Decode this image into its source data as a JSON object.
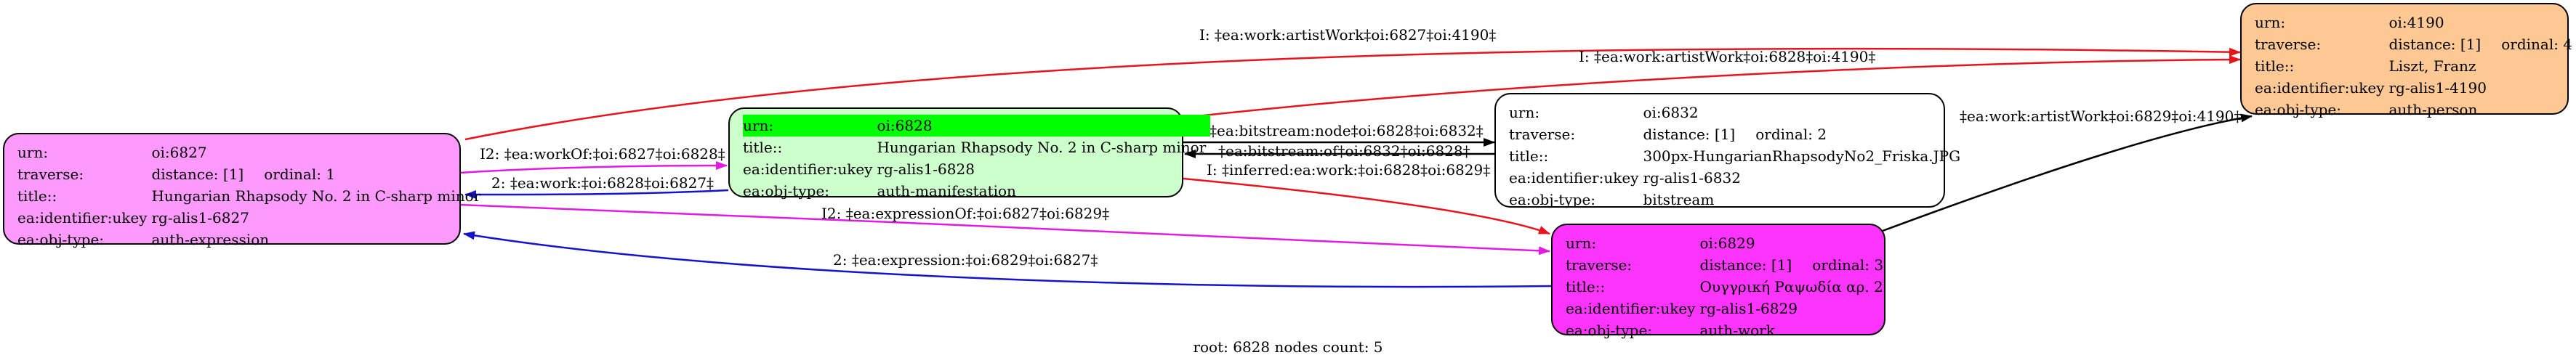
{
  "colors": {
    "red": "#e8141b",
    "blue": "#1414cc",
    "magenta": "#e21be2",
    "black": "#000000"
  },
  "nodes": {
    "n6827": {
      "fill": "#fe9afe",
      "urn": [
        "urn:",
        "oi:6827"
      ],
      "traverse": [
        "traverse:",
        "distance: [1]",
        "ordinal: 1"
      ],
      "title": [
        "title::",
        "Hungarian Rhapsody No. 2 in C-sharp minor"
      ],
      "ukey": [
        "ea:identifier:ukey",
        "rg-alis1-6827"
      ],
      "objtype": [
        "ea:obj-type:",
        "auth-expression"
      ]
    },
    "n6828": {
      "fill": "#ccffcc",
      "urn": [
        "urn:",
        "oi:6828"
      ],
      "title": [
        "title::",
        "Hungarian Rhapsody No. 2 in C-sharp minor"
      ],
      "ukey": [
        "ea:identifier:ukey",
        "rg-alis1-6828"
      ],
      "objtype": [
        "ea:obj-type:",
        "auth-manifestation"
      ]
    },
    "n6832": {
      "fill": "#ffffff",
      "urn": [
        "urn:",
        "oi:6832"
      ],
      "traverse": [
        "traverse:",
        "distance: [1]",
        "ordinal: 2"
      ],
      "title": [
        "title::",
        "300px-HungarianRhapsodyNo2_Friska.JPG"
      ],
      "ukey": [
        "ea:identifier:ukey",
        "rg-alis1-6832"
      ],
      "objtype": [
        "ea:obj-type:",
        "bitstream"
      ]
    },
    "n6829": {
      "fill": "#fd34fd",
      "urn": [
        "urn:",
        "oi:6829"
      ],
      "traverse": [
        "traverse:",
        "distance: [1]",
        "ordinal: 3"
      ],
      "title": [
        "title::",
        "Ουγγρική Ραψωδία αρ. 2"
      ],
      "ukey": [
        "ea:identifier:ukey",
        "rg-alis1-6829"
      ],
      "objtype": [
        "ea:obj-type:",
        "auth-work"
      ]
    },
    "n4190": {
      "fill": "#fec894",
      "urn": [
        "urn:",
        "oi:4190"
      ],
      "traverse": [
        "traverse:",
        "distance: [1]",
        "ordinal: 4"
      ],
      "title": [
        "title::",
        "Liszt, Franz"
      ],
      "ukey": [
        "ea:identifier:ukey",
        "rg-alis1-4190"
      ],
      "objtype": [
        "ea:obj-type:",
        "auth-person"
      ]
    }
  },
  "edges": {
    "artist_6827": "I: ‡ea:work:artistWork‡oi:6827‡oi:4190‡",
    "artist_6828": "I: ‡ea:work:artistWork‡oi:6828‡oi:4190‡",
    "artist_6829": "‡ea:work:artistWork‡oi:6829‡oi:4190‡",
    "work_of": "I2: ‡ea:workOf:‡oi:6827‡oi:6828‡",
    "work": "2: ‡ea:work:‡oi:6828‡oi:6827‡",
    "bitstream_node": "‡ea:bitstream:node‡oi:6828‡oi:6832‡",
    "bitstream_of": "‡ea:bitstream:of‡oi:6832‡oi:6828‡",
    "inferred": "I: ‡inferred:ea:work:‡oi:6828‡oi:6829‡",
    "expression_of": "I2: ‡ea:expressionOf:‡oi:6827‡oi:6829‡",
    "expression": "2: ‡ea:expression:‡oi:6829‡oi:6827‡"
  },
  "footer": "root: 6828 nodes count: 5"
}
